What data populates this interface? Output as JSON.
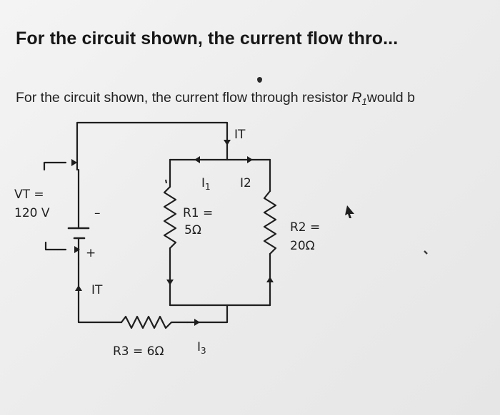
{
  "question": {
    "title": "For the circuit shown, the current flow thro...",
    "prompt_before": "For the circuit shown, the current flow through resistor ",
    "prompt_var": "R",
    "prompt_sub": "1",
    "prompt_after": "would b"
  },
  "circuit": {
    "source": {
      "label_top": "VT =",
      "label_value": "120 V",
      "minus": "–",
      "plus": "+"
    },
    "currents": {
      "total_top": "IT",
      "total_left": "IT",
      "i1": "I",
      "i1_sub": "1",
      "i2": "I2",
      "i3": "I",
      "i3_sub": "3"
    },
    "r1": {
      "label": "R1 =",
      "value": "5Ω"
    },
    "r2": {
      "label": "R2 =",
      "value": "20Ω"
    },
    "r3": {
      "label": "R3 = 6Ω"
    }
  }
}
